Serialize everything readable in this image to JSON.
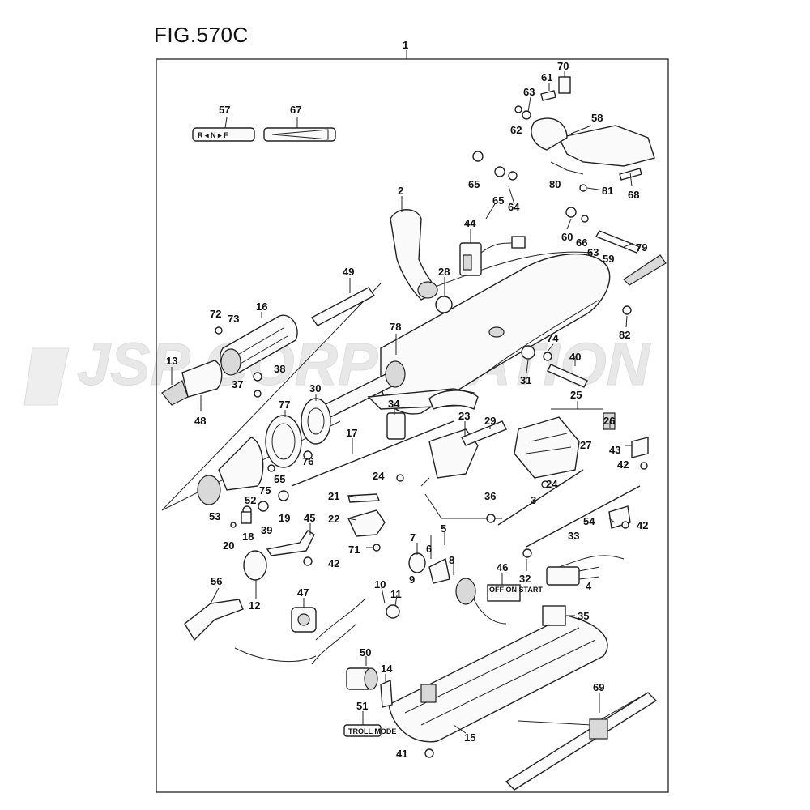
{
  "figure": {
    "title": "FIG.570C",
    "watermark": "JSP CORPORATION",
    "assembly_number": "1"
  },
  "decals": {
    "shift_decal": "R ◂ N ▸ F",
    "stop_switch_panel": "OFF ON START",
    "troll_mode": "TROLL MODE"
  },
  "part_numbers": [
    "2",
    "3",
    "4",
    "5",
    "6",
    "7",
    "8",
    "9",
    "10",
    "11",
    "12",
    "13",
    "14",
    "15",
    "16",
    "17",
    "18",
    "19",
    "20",
    "21",
    "22",
    "23",
    "24",
    "25",
    "26",
    "27",
    "28",
    "29",
    "30",
    "31",
    "32",
    "33",
    "34",
    "35",
    "36",
    "37",
    "38",
    "39",
    "40",
    "41",
    "42",
    "43",
    "44",
    "45",
    "46",
    "47",
    "48",
    "49",
    "50",
    "51",
    "52",
    "53",
    "54",
    "55",
    "56",
    "57",
    "58",
    "59",
    "60",
    "61",
    "62",
    "63",
    "64",
    "65",
    "66",
    "67",
    "68",
    "69",
    "70",
    "71",
    "72",
    "73",
    "74",
    "75",
    "76",
    "77",
    "78",
    "79",
    "80",
    "81",
    "82"
  ],
  "colors": {
    "line": "#222222",
    "watermark": "#e8e8e8"
  }
}
